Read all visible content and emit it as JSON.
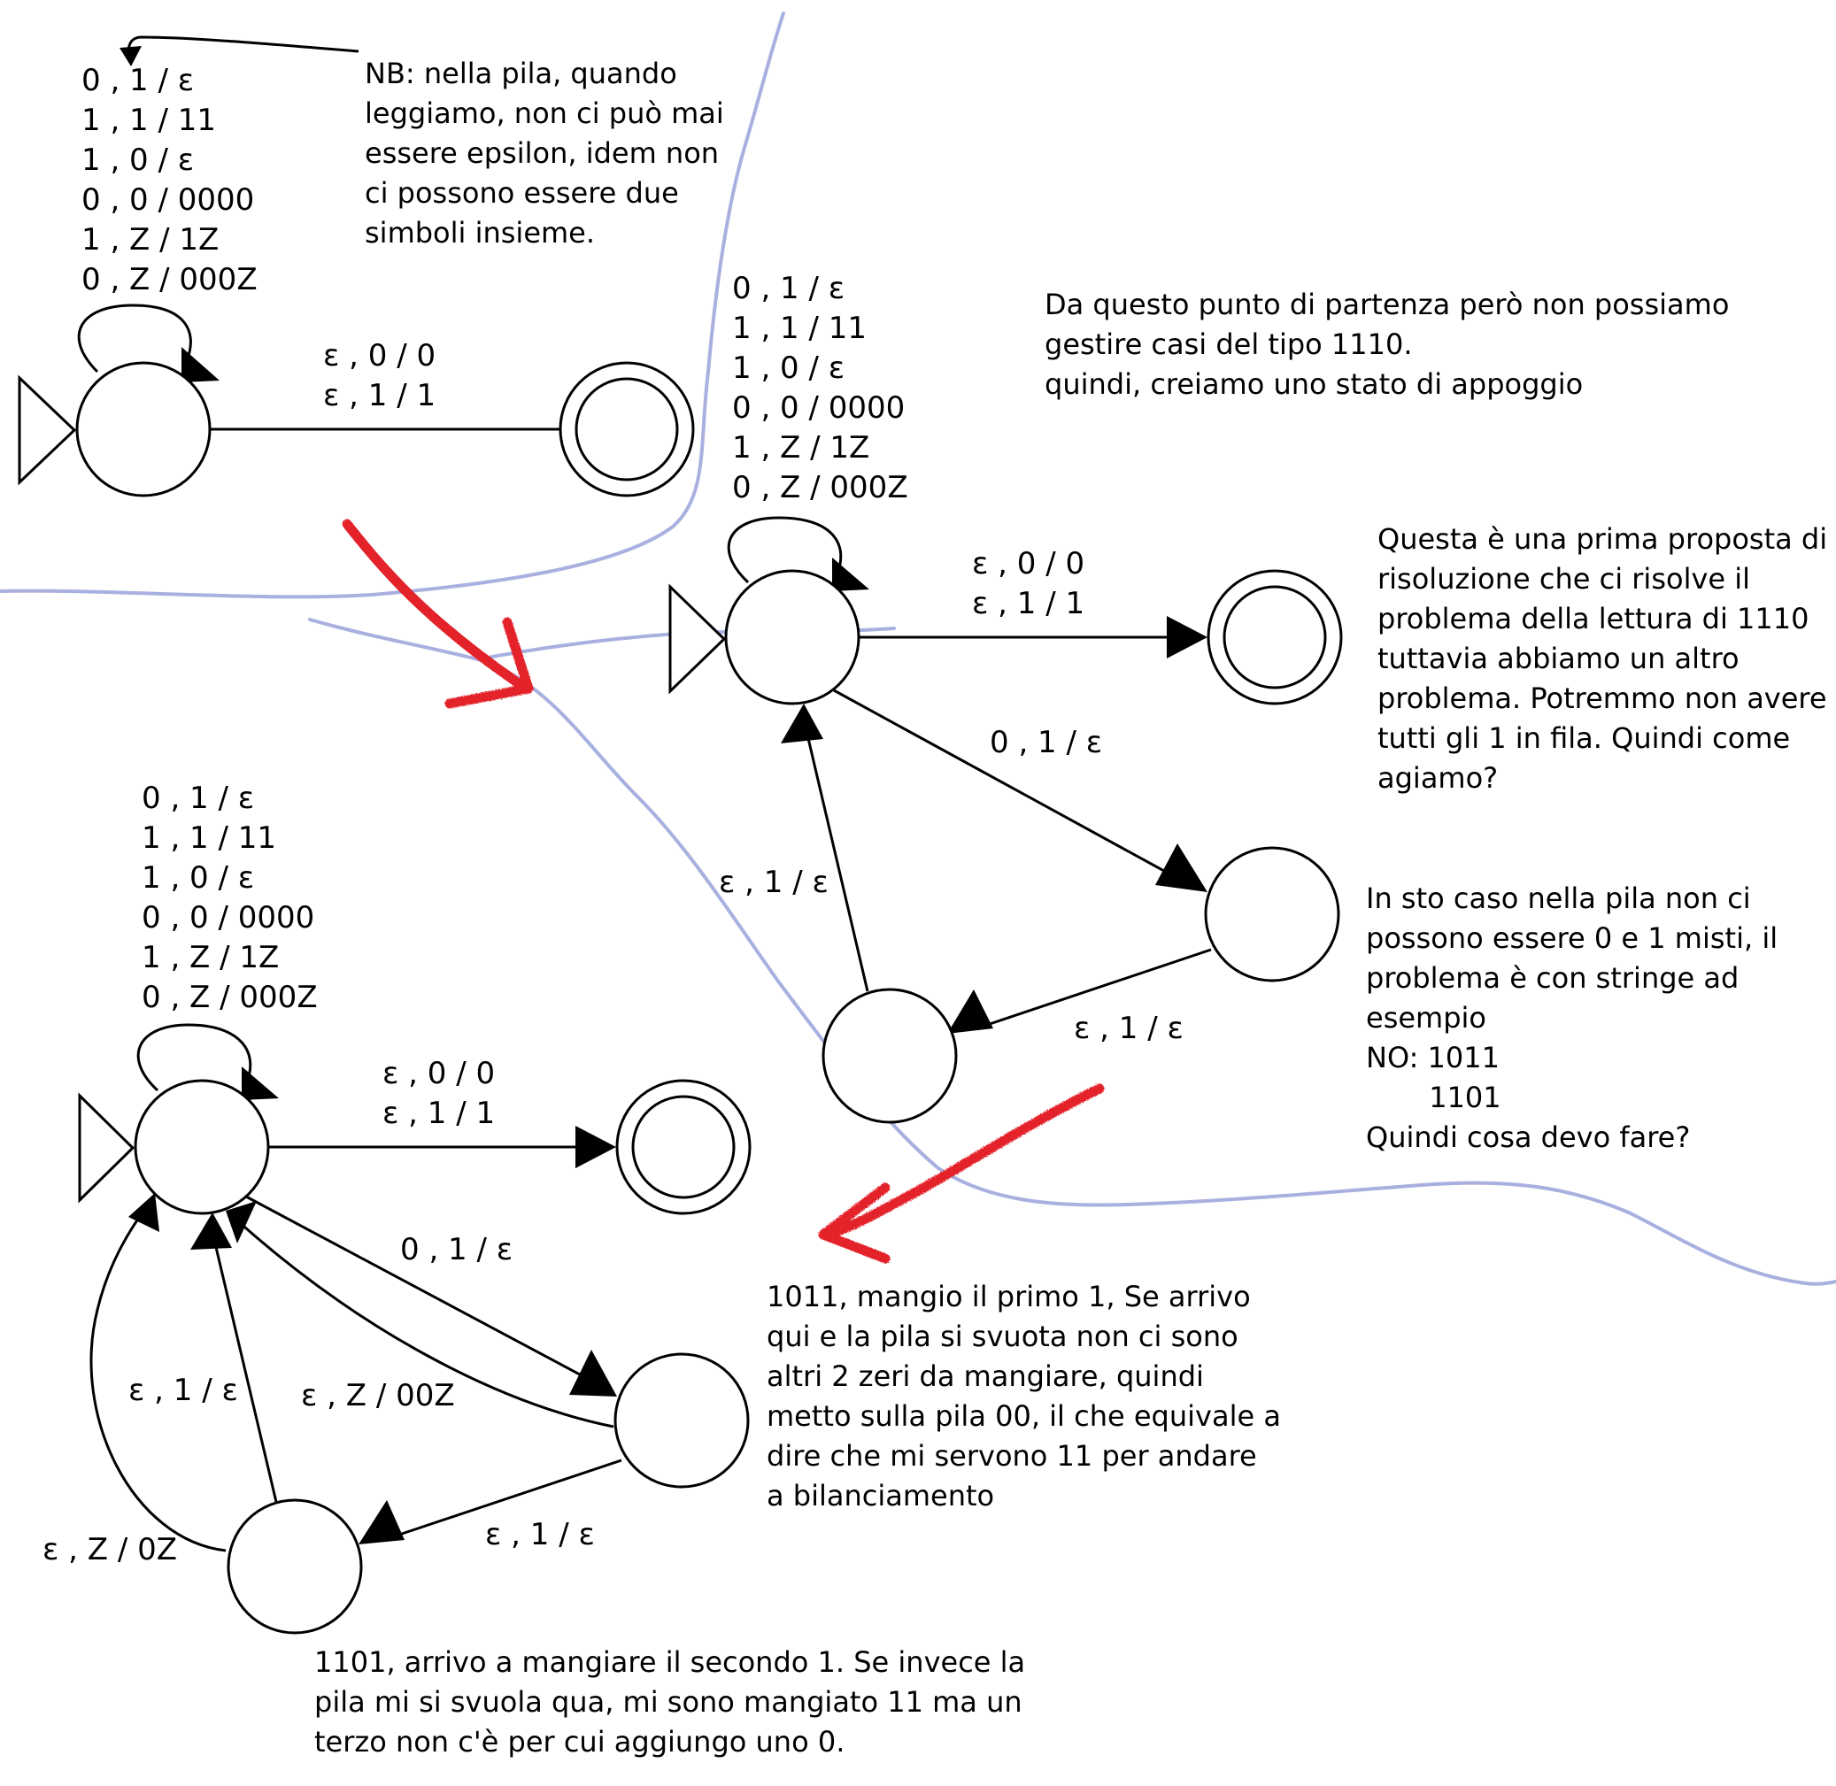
{
  "nb_note": [
    "NB: nella pila, quando",
    "leggiamo, non ci può mai",
    "essere epsilon, idem non",
    "ci possono essere due",
    "simboli insieme."
  ],
  "self_loop_rules": [
    "0 , 1 / ε",
    "1 , 1 / 11",
    "1 , 0 / ε",
    "0 , 0 / 0000",
    "1 , Z / 1Z",
    "0 , Z / 000Z"
  ],
  "accept_transition": [
    "ε , 0 / 0",
    "ε , 1 / 1"
  ],
  "diagram2_edges": {
    "start_to_aux": "0 , 1 / ε",
    "aux_to_aux2": "ε , 1 / ε",
    "aux2_to_start": "ε , 1 / ε"
  },
  "diagram3_edges": {
    "start_to_aux": "0 , 1 / ε",
    "aux_to_aux2": "ε , 1 / ε",
    "aux2_to_start": "ε , 1 / ε",
    "aux_to_start_z": "ε , Z / 00Z",
    "aux2_to_start_z": "ε , Z / 0Z"
  },
  "note_top_right": [
    "Da questo punto di partenza però non possiamo",
    "gestire casi del tipo 1110.",
    "quindi, creiamo uno stato di appoggio"
  ],
  "note_right_1": [
    "Questa è una prima proposta di",
    "risoluzione che ci risolve il",
    "problema della lettura di 1110",
    "tuttavia abbiamo un altro",
    "problema. Potremmo non avere",
    "tutti gli 1 in fila. Quindi come",
    "agiamo?"
  ],
  "note_right_2": [
    "In sto caso nella pila non ci",
    "possono essere 0 e 1 misti, il",
    "problema è con stringe ad",
    "esempio",
    "NO: 1011",
    "       1101",
    "Quindi cosa devo fare?"
  ],
  "note_bottom_mid": [
    "1011, mangio il primo 1,  Se arrivo",
    "qui e la pila si svuota non ci sono",
    "altri 2 zeri da mangiare, quindi",
    "metto sulla pila 00, il che equivale a",
    "dire che mi servono 11 per andare",
    "a bilanciamento"
  ],
  "note_bottom": [
    "1101, arrivo a mangiare il secondo 1. Se invece la",
    "pila mi si svuola qua, mi sono mangiato 11 ma un",
    "terzo non c'è per cui aggiungo uno 0."
  ],
  "colors": {
    "ink": "#000000",
    "divider": "#a8b0e0",
    "arrow_red": "#e3202a"
  }
}
